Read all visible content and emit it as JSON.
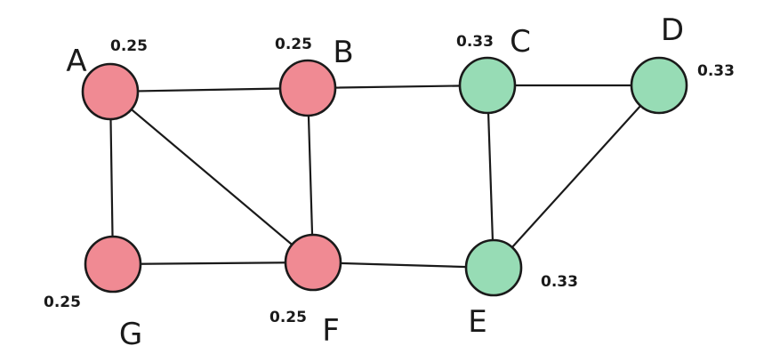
{
  "colors": {
    "group_red": "#f08a93",
    "group_green": "#97dcb5",
    "stroke": "#1a1a1a"
  },
  "nodes": [
    {
      "id": "A",
      "label": "A",
      "value": "0.25",
      "group": "red"
    },
    {
      "id": "B",
      "label": "B",
      "value": "0.25",
      "group": "red"
    },
    {
      "id": "C",
      "label": "C",
      "value": "0.33",
      "group": "green"
    },
    {
      "id": "D",
      "label": "D",
      "value": "0.33",
      "group": "green"
    },
    {
      "id": "E",
      "label": "E",
      "value": "0.33",
      "group": "green"
    },
    {
      "id": "F",
      "label": "F",
      "value": "0.25",
      "group": "red"
    },
    {
      "id": "G",
      "label": "G",
      "value": "0.25",
      "group": "red"
    }
  ],
  "edges": [
    [
      "A",
      "B"
    ],
    [
      "B",
      "C"
    ],
    [
      "C",
      "D"
    ],
    [
      "A",
      "G"
    ],
    [
      "A",
      "F"
    ],
    [
      "B",
      "F"
    ],
    [
      "C",
      "E"
    ],
    [
      "D",
      "E"
    ],
    [
      "G",
      "F"
    ],
    [
      "F",
      "E"
    ]
  ]
}
